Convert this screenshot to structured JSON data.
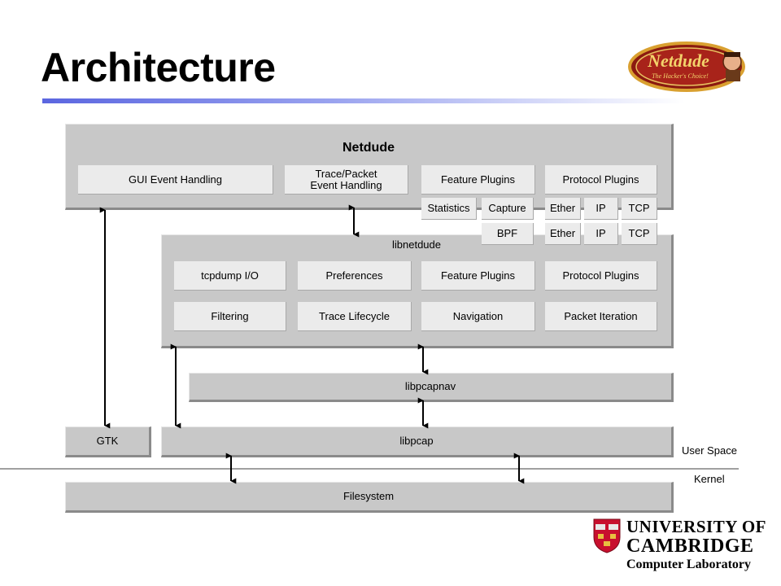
{
  "slide": {
    "title": "Architecture"
  },
  "logo": {
    "name": "Netdude",
    "tagline": "The Hacker's Choice!"
  },
  "diagram": {
    "netdude": {
      "label": "Netdude",
      "boxes": [
        "GUI Event Handling",
        "Trace/Packet\nEvent Handling",
        "Feature Plugins",
        "Protocol Plugins"
      ],
      "feature_plugins": [
        "Statistics",
        "Capture"
      ],
      "protocol_plugins": [
        "Ether",
        "IP",
        "TCP"
      ]
    },
    "libnetdude": {
      "label": "libnetdude",
      "feature_plugins": [
        "BPF"
      ],
      "protocol_plugins": [
        "Ether",
        "IP",
        "TCP"
      ],
      "row1": [
        "tcpdump I/O",
        "Preferences",
        "Feature Plugins",
        "Protocol Plugins"
      ],
      "row2": [
        "Filtering",
        "Trace Lifecycle",
        "Navigation",
        "Packet Iteration"
      ]
    },
    "libpcapnav": {
      "label": "libpcapnav"
    },
    "gtk": {
      "label": "GTK"
    },
    "libpcap": {
      "label": "libpcap"
    },
    "filesystem": {
      "label": "Filesystem"
    },
    "user_space": "User Space",
    "kernel": "Kernel"
  },
  "footer": {
    "university_line1": "UNIVERSITY OF",
    "university_line2": "CAMBRIDGE",
    "department": "Computer Laboratory"
  }
}
